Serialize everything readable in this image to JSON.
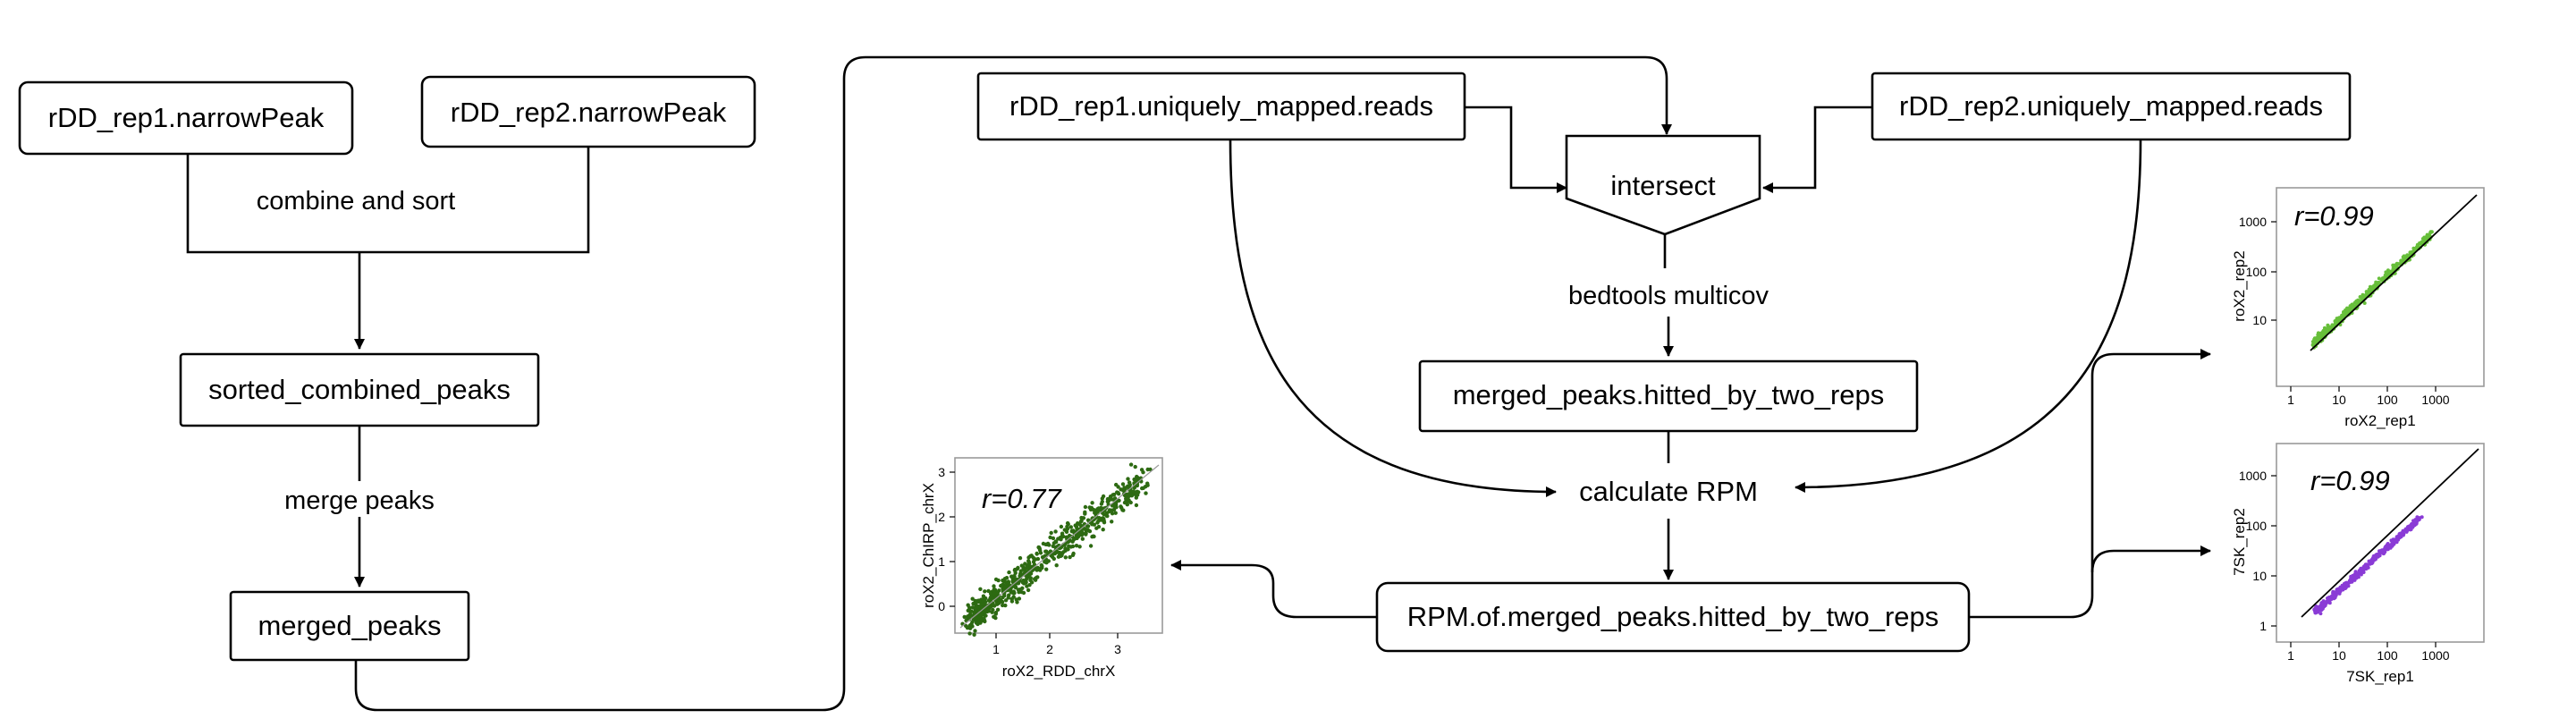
{
  "nodes": {
    "rep1_narrowpeak": "rDD_rep1.narrowPeak",
    "rep2_narrowpeak": "rDD_rep2.narrowPeak",
    "sorted_combined_peaks": "sorted_combined_peaks",
    "merged_peaks": "merged_peaks",
    "rep1_reads": "rDD_rep1.uniquely_mapped.reads",
    "rep2_reads": "rDD_rep2.uniquely_mapped.reads",
    "intersect": "intersect",
    "merged_peaks_two_reps": "merged_peaks.hitted_by_two_reps",
    "calculate_rpm": "calculate RPM",
    "rpm_output": "RPM.of.merged_peaks.hitted_by_two_reps"
  },
  "edge_labels": {
    "combine_sort": "combine and sort",
    "merge_peaks": "merge peaks",
    "bedtools": "bedtools multicov"
  },
  "plots": {
    "chrx": {
      "corr": "r=0.77",
      "xlabel": "roX2_RDD_chrX",
      "ylabel": "roX2_ChIRP_chrX",
      "xticks": [
        "1",
        "2",
        "3"
      ],
      "yticks": [
        "0",
        "1",
        "2",
        "3"
      ],
      "point_color": "#2d6a12"
    },
    "rox2": {
      "corr": "r=0.99",
      "xlabel": "roX2_rep1",
      "ylabel": "roX2_rep2",
      "xticks": [
        "1",
        "10",
        "100",
        "1000"
      ],
      "yticks": [
        "10",
        "100",
        "1000"
      ],
      "point_color": "#67bf3a"
    },
    "sk7": {
      "corr": "r=0.99",
      "xlabel": "7SK_rep1",
      "ylabel": "7SK_rep2",
      "xticks": [
        "1",
        "10",
        "100",
        "1000"
      ],
      "yticks": [
        "1",
        "10",
        "100",
        "1000"
      ],
      "point_color": "#8a3bd6"
    }
  }
}
